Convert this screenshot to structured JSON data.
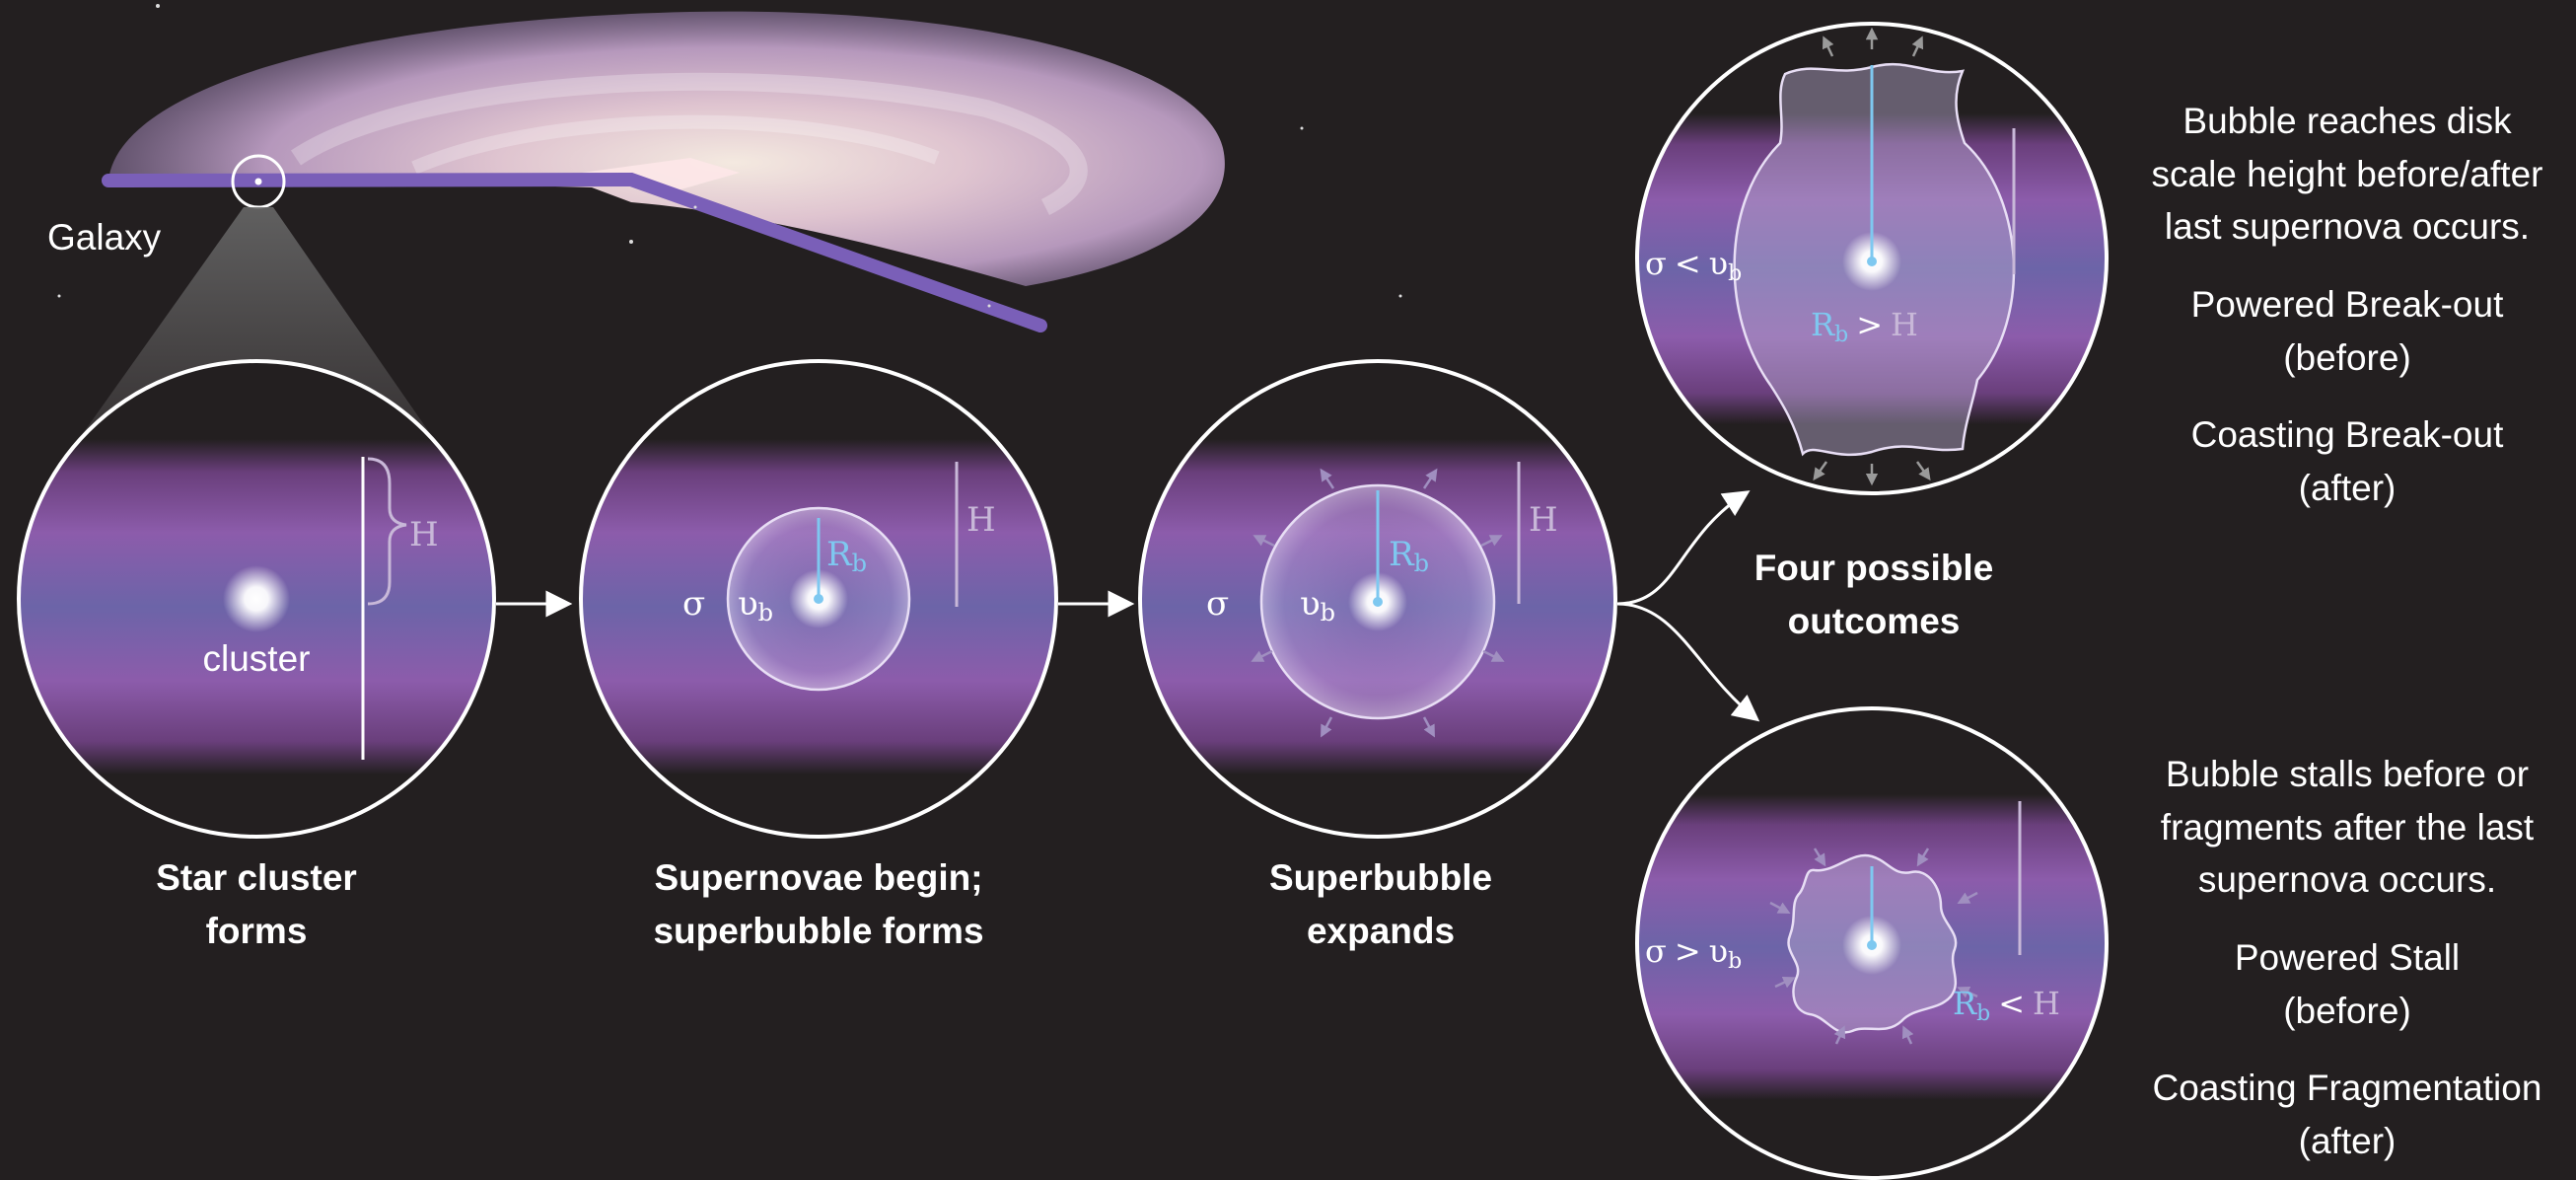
{
  "galaxy": {
    "label": "Galaxy"
  },
  "stage1": {
    "title_line1": "Star cluster",
    "title_line2": "forms",
    "cluster_label": "cluster",
    "scale_label": "H"
  },
  "stage2": {
    "title_line1": "Supernovae begin;",
    "title_line2": "superbubble forms",
    "sigma": "σ",
    "v_main": "υ",
    "v_sub": "b",
    "r_main": "R",
    "r_sub": "b",
    "scale_label": "H"
  },
  "stage3": {
    "title_line1": "Superbubble",
    "title_line2": "expands",
    "sigma": "σ",
    "v_main": "υ",
    "v_sub": "b",
    "r_main": "R",
    "r_sub": "b",
    "scale_label": "H"
  },
  "outcomes": {
    "line1": "Four possible",
    "line2": "outcomes"
  },
  "breakout": {
    "cond_sigma": "σ",
    "cond_op": "<",
    "cond_v": "υ",
    "cond_v_sub": "b",
    "radius_r": "R",
    "radius_r_sub": "b",
    "radius_op": ">",
    "radius_h": "H",
    "desc_line1": "Bubble reaches disk",
    "desc_line2": "scale height before/after",
    "desc_line3": "last supernova occurs.",
    "opt1_line1": "Powered Break-out",
    "opt1_line2": "(before)",
    "opt2_line1": "Coasting Break-out",
    "opt2_line2": "(after)"
  },
  "stall": {
    "cond_sigma": "σ",
    "cond_op": ">",
    "cond_v": "υ",
    "cond_v_sub": "b",
    "radius_r": "R",
    "radius_r_sub": "b",
    "radius_op": "<",
    "radius_h": "H",
    "desc_line1": "Bubble stalls before or",
    "desc_line2": "fragments after the last",
    "desc_line3": "supernova occurs.",
    "opt1_line1": "Powered Stall",
    "opt1_line2": "(before)",
    "opt2_line1": "Coasting Fragmentation",
    "opt2_line2": "(after)"
  },
  "colors": {
    "background": "#231f20",
    "disk": "#8a5fb0",
    "radius_line": "#7ec8f0",
    "outline": "#ffffff"
  }
}
